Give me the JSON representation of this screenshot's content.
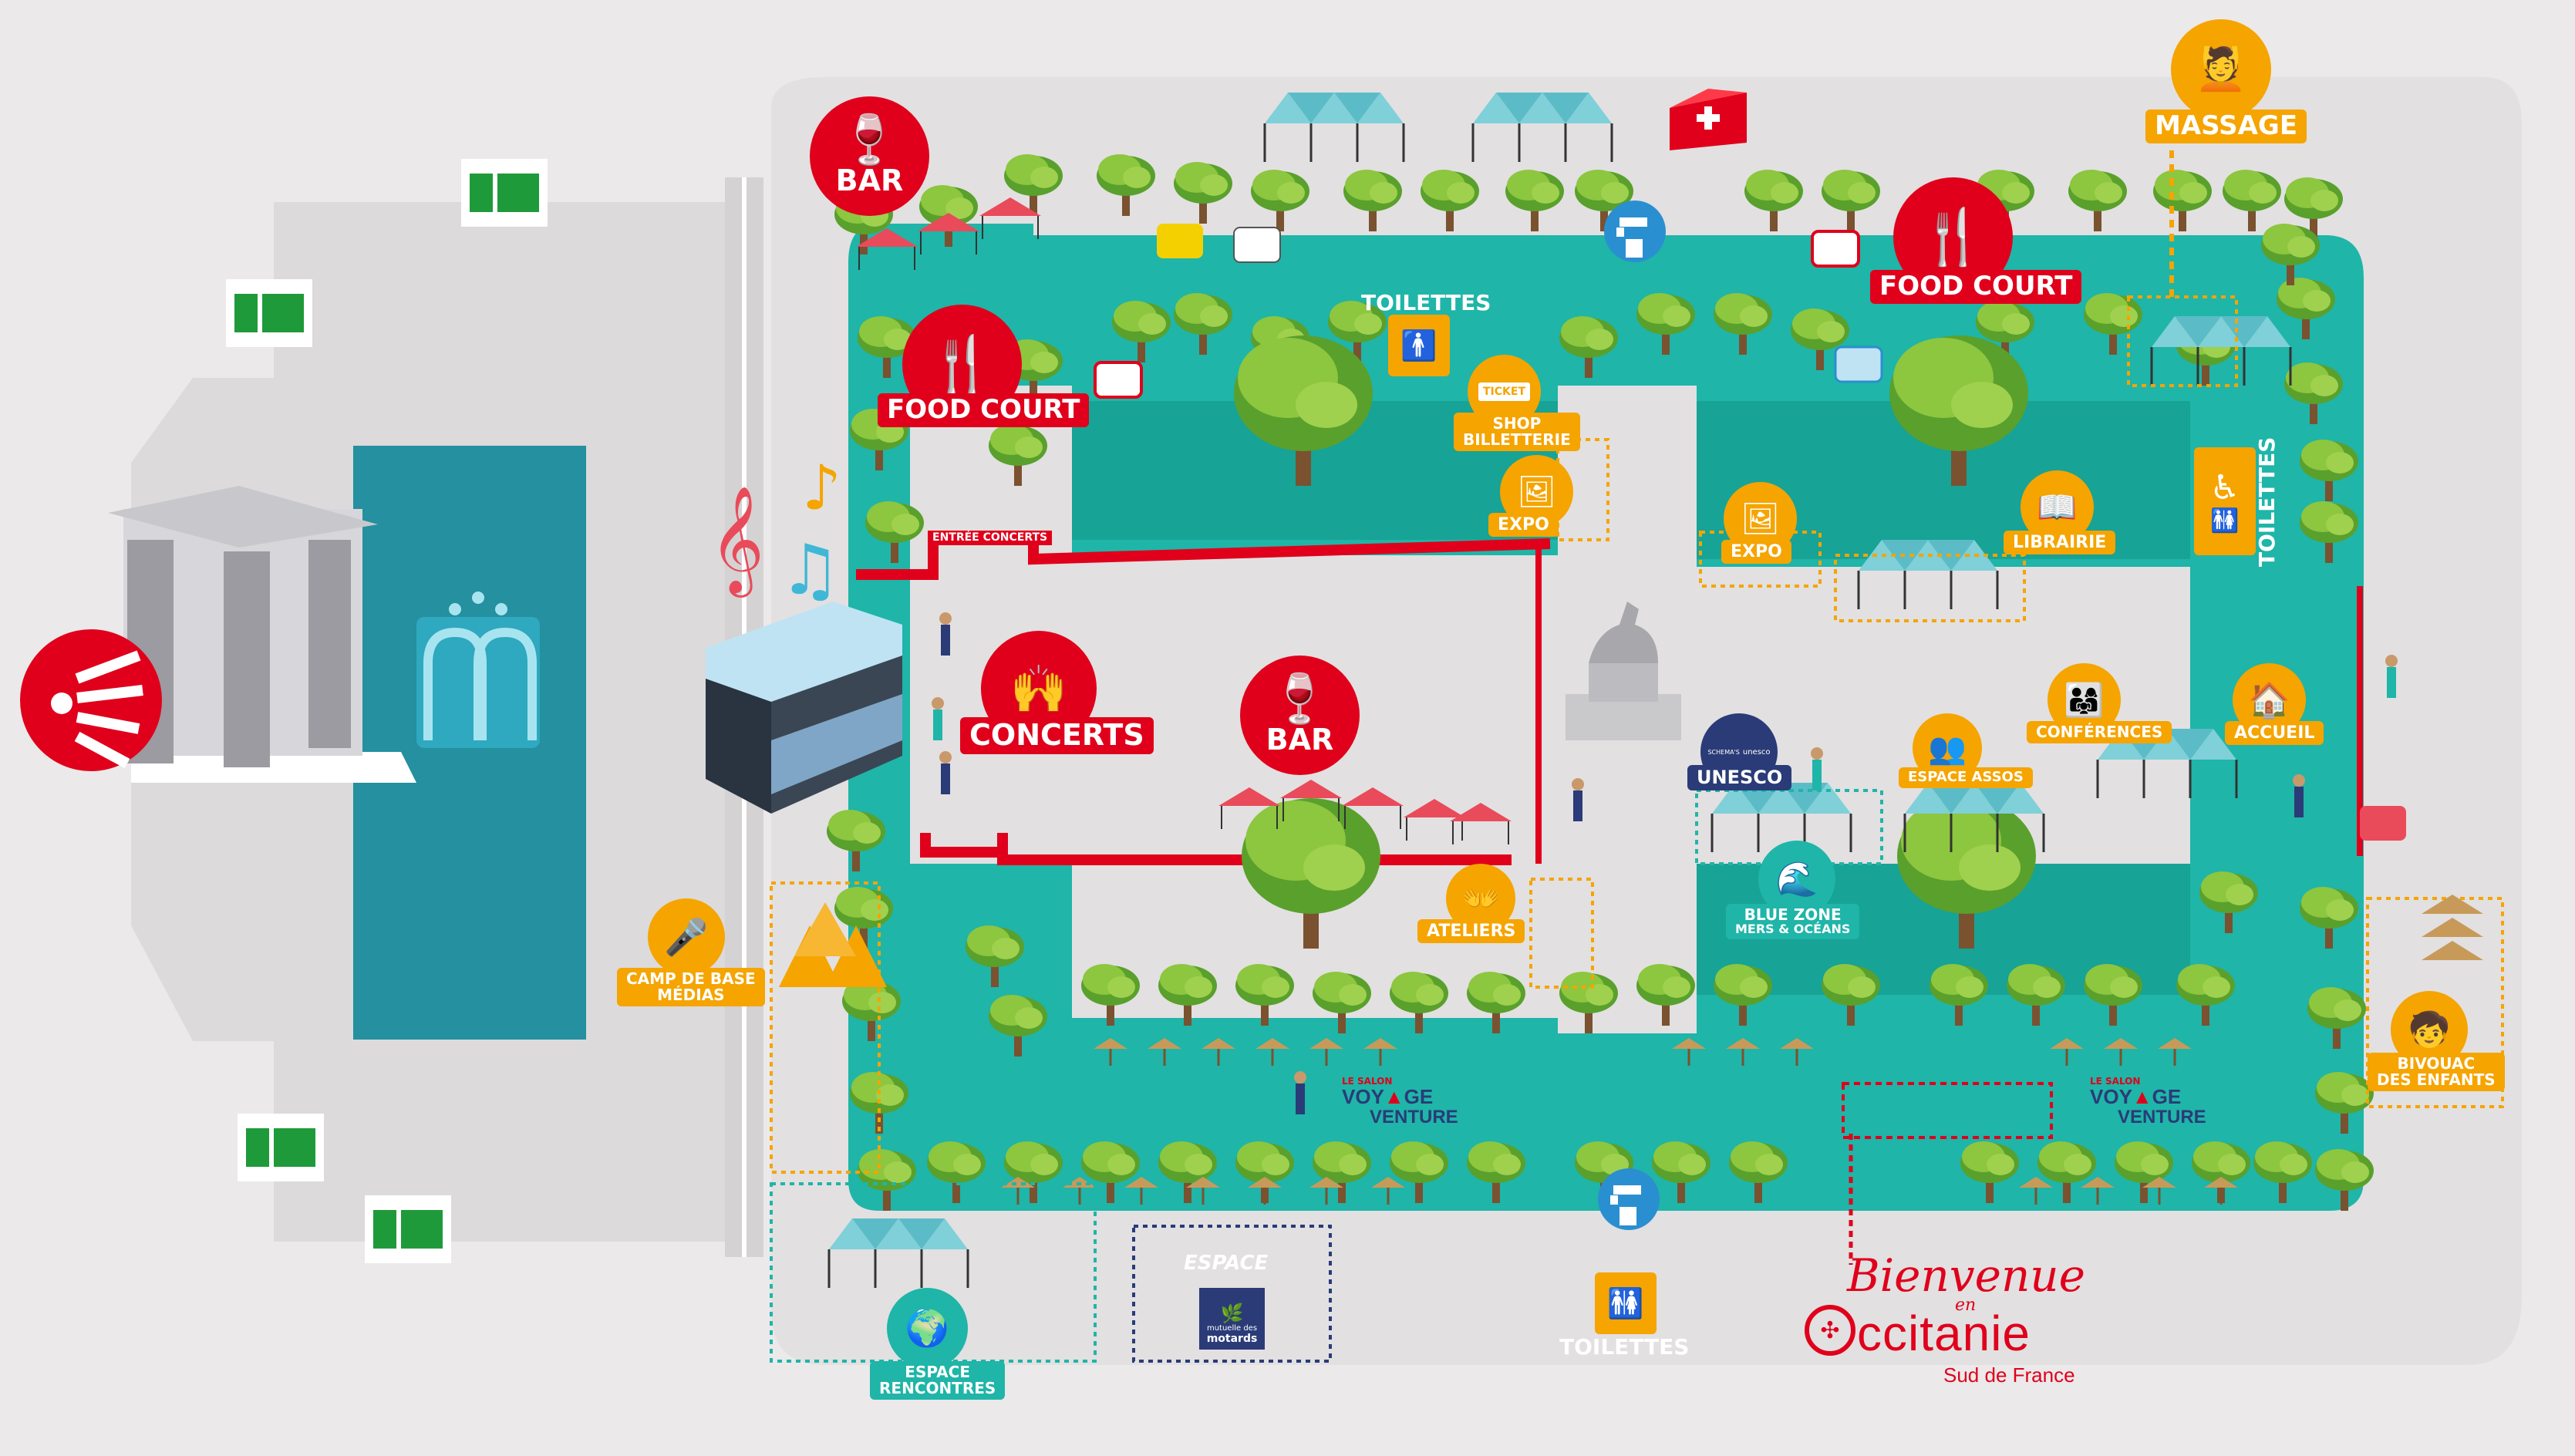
{
  "labels": {
    "bar_top": "BAR",
    "bar_mid": "BAR",
    "food_court_left": "FOOD COURT",
    "food_court_right": "FOOD COURT",
    "massage": "MASSAGE",
    "toilettes_top": "TOILETTES",
    "toilettes_right": "TOILETTES",
    "toilettes_bottom": "TOILETTES",
    "shop": "SHOP",
    "billetterie": "BILLETTERIE",
    "ticket": "TICKET",
    "expo_left": "EXPO",
    "expo_right": "EXPO",
    "librairie": "LIBRAIRIE",
    "entree_concerts": "ENTRÉE CONCERTS",
    "concerts": "CONCERTS",
    "unesco": "UNESCO",
    "unesco_badge_left": "SCHEMA'S",
    "unesco_badge_right": "unesco",
    "espace_assos": "ESPACE ASSOS",
    "conferences": "CONFÉRENCES",
    "accueil": "ACCUEIL",
    "ateliers": "ATELIERS",
    "blue_zone": "BLUE ZONE",
    "mers_oceans": "MERS & OCÉANS",
    "camp_base_1": "CAMP DE BASE",
    "camp_base_2": "MÉDIAS",
    "bivouac_1": "BIVOUAC",
    "bivouac_2": "DES ENFANTS",
    "espace_rencontres_1": "ESPACE",
    "espace_rencontres_2": "RENCONTRES",
    "espace_motards_title": "ESPACE",
    "motards_1": "mutuelle des",
    "motards_2": "motards",
    "voyage_left_small": "LE SALON",
    "voyage_left_1": "VOY",
    "voyage_left_2": "GE",
    "voyage_left_3": "VENTURE",
    "voyage_right_small": "LE SALON",
    "voyage_right_1": "VOY",
    "voyage_right_2": "GE",
    "voyage_right_3": "VENTURE",
    "occitanie_1": "Bienvenue",
    "occitanie_en": "en",
    "occitanie_2": "ccitanie",
    "occitanie_3": "Sud de France"
  },
  "colors": {
    "ground": "#ebe9ea",
    "walkway": "#dcdadb",
    "teal": "#1fb5a8",
    "teal_dark": "#17a396",
    "pool": "#2490a0",
    "red": "#e0001b",
    "orange": "#f5a400",
    "navy": "#2a3b78",
    "tree": "#8dc63f",
    "tree_dark": "#5aa02c",
    "trunk": "#7a5230"
  },
  "icons": {
    "bar": "bottle-glass-icon",
    "food_court": "fork-spoon-icon",
    "massage": "massage-icon",
    "first_aid": "first-aid-icon",
    "water": "water-tap-icon",
    "toilettes": "toilet-icon",
    "accessible": "wheelchair-icon",
    "emergency_exit": "emergency-exit-icon",
    "fountain": "fountain-icon",
    "radio": "radio-waves-icon"
  }
}
